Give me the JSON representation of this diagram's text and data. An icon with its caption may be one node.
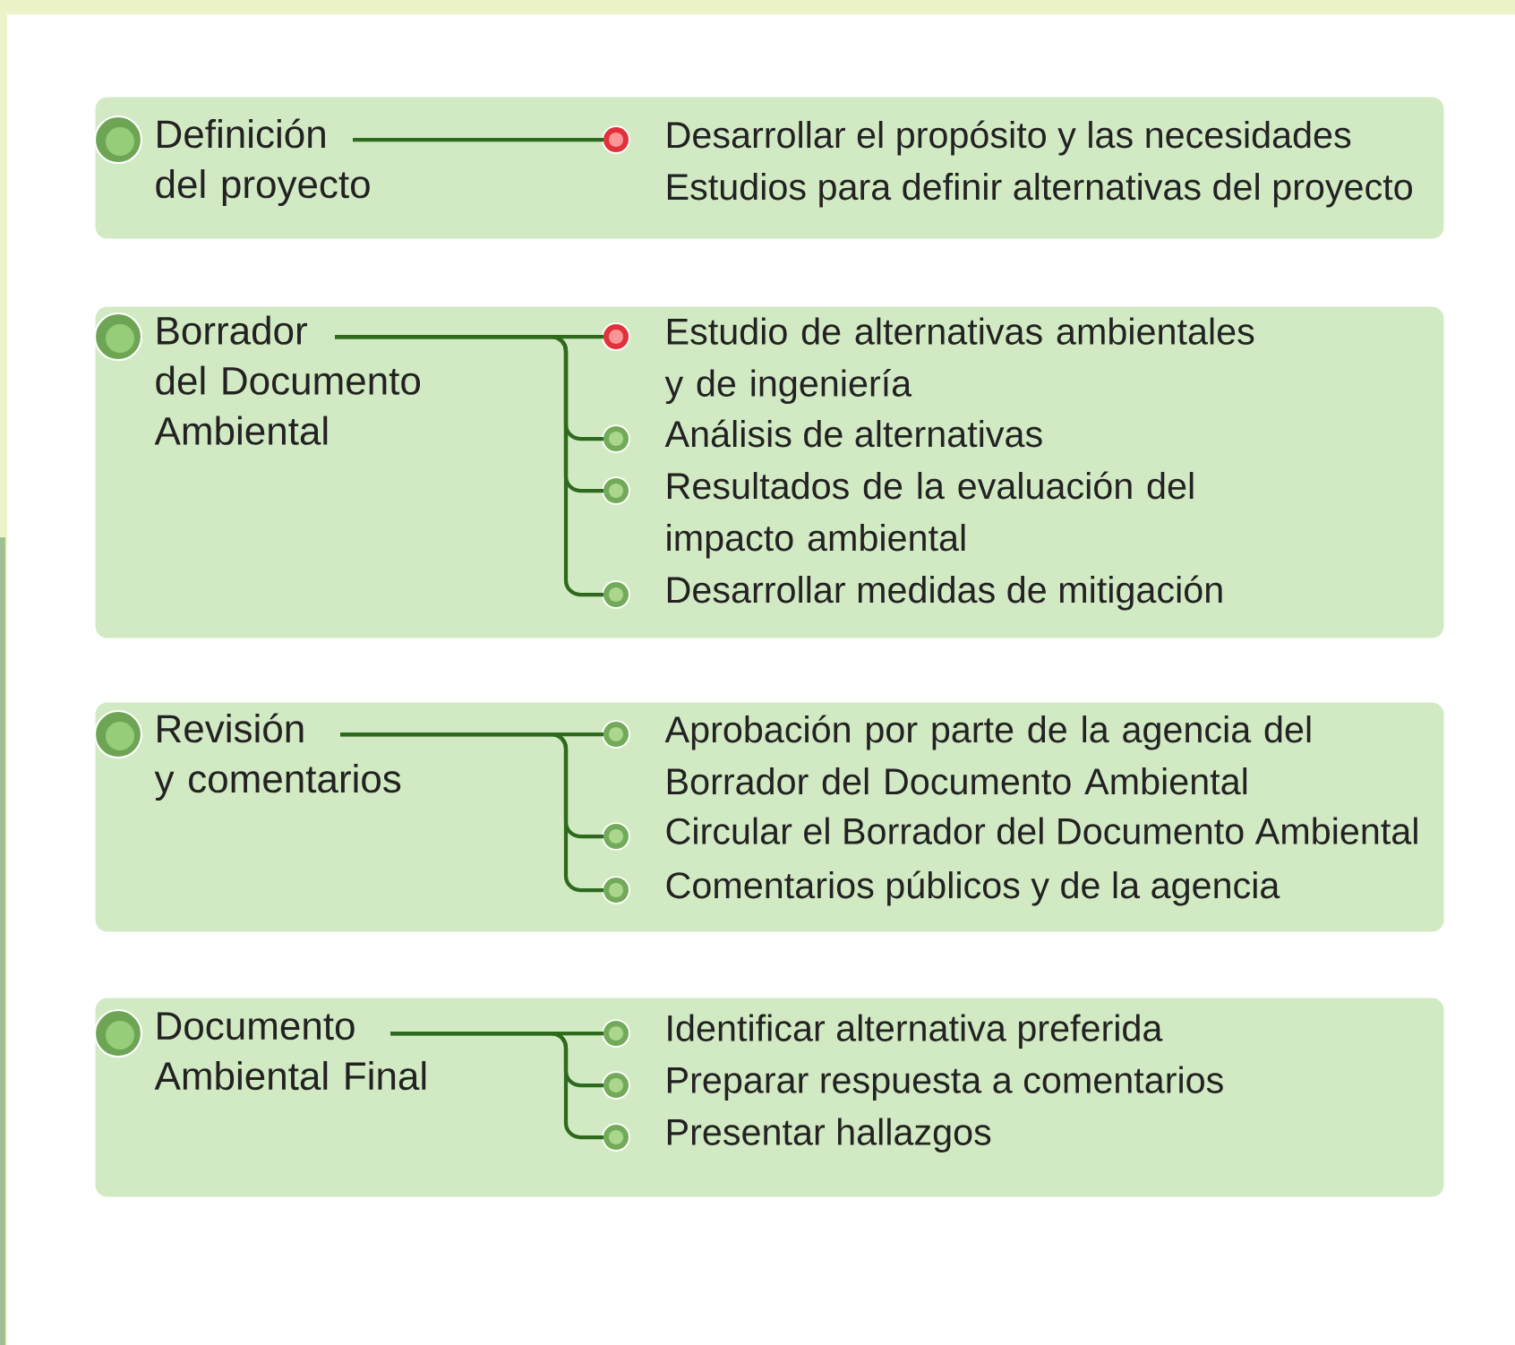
{
  "diagram": {
    "nodes": [
      {
        "text": [],
        "shape": "box"
      },
      {
        "text": [
          "Definición del proyecto"
        ],
        "in": 0
      },
      {
        "text": [
          "Desarrollar el propósito y las necesidades",
          "Estudios para definir alternativas del proyecto"
        ],
        "in": 0
      },
      {
        "text": [],
        "shape": "box"
      },
      {
        "text": [
          "Borrador del Documento Ambiental"
        ],
        "in": 3
      },
      {
        "text": [
          "Estudio de alternativas ambientales y de ingeniería"
        ],
        "in": 3
      },
      {
        "text": [
          "Análisis de alternativas"
        ],
        "in": 3
      },
      {
        "text": [
          "Resultados de la evaluación del impacto ambiental"
        ],
        "in": 3
      },
      {
        "text": [
          "Desarrollar medidas de mitigación"
        ],
        "in": 3
      },
      {
        "text": [],
        "shape": "box"
      },
      {
        "text": [
          "Revisión y comentarios"
        ],
        "in": 9
      },
      {
        "text": [
          "Aprobación por parte de la agencia del Borrador del Documento Ambiental"
        ],
        "in": 9
      },
      {
        "text": [
          "Circular el Borrador del Documento Ambiental"
        ],
        "in": 9
      },
      {
        "text": [
          "Comentarios públicos y de la agencia"
        ],
        "in": 9
      },
      {
        "text": [],
        "shape": "box"
      },
      {
        "text": [
          "Documento Ambiental Final"
        ],
        "in": 14
      },
      {
        "text": [
          "Identificar alternativa preferida"
        ],
        "in": 14
      },
      {
        "text": [
          "Preparar respuesta a comentarios"
        ],
        "in": 14
      },
      {
        "text": [
          "Presentar hallazgos"
        ],
        "in": 14
      }
    ],
    "edges": [
      {
        "from": 1,
        "to": 2,
        "arrow": "none"
      },
      {
        "from": 4,
        "to": 5,
        "arrow": "none"
      },
      {
        "from": 4,
        "to": 6,
        "arrow": "none"
      },
      {
        "from": 4,
        "to": 7,
        "arrow": "none"
      },
      {
        "from": 4,
        "to": 8,
        "arrow": "none"
      },
      {
        "from": 10,
        "to": 11,
        "arrow": "none"
      },
      {
        "from": 10,
        "to": 12,
        "arrow": "none"
      },
      {
        "from": 10,
        "to": 13,
        "arrow": "none"
      },
      {
        "from": 15,
        "to": 16,
        "arrow": "none"
      },
      {
        "from": 15,
        "to": 17,
        "arrow": "none"
      },
      {
        "from": 15,
        "to": 18,
        "arrow": "none"
      }
    ]
  }
}
